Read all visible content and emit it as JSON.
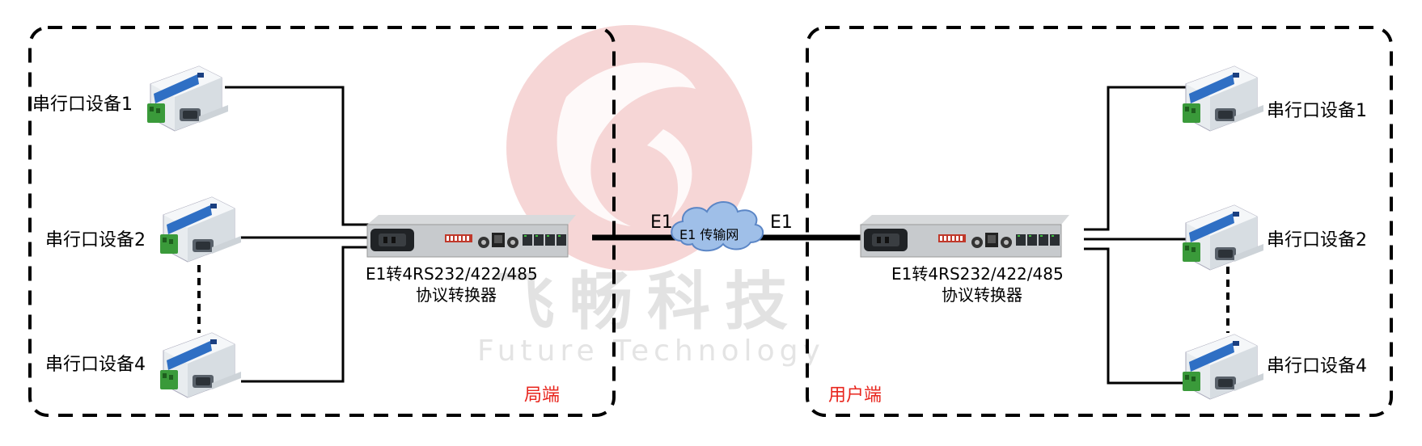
{
  "watermark": {
    "brand_cn": "飞畅科技",
    "brand_en": "Future Technology"
  },
  "left_site": {
    "site_label": "局端",
    "devices": [
      {
        "label": "串行口设备1"
      },
      {
        "label": "串行口设备2"
      },
      {
        "label": "串行口设备4"
      }
    ],
    "converter": {
      "line1": "E1转4RS232/422/485",
      "line2": "协议转换器"
    }
  },
  "right_site": {
    "site_label": "用户端",
    "devices": [
      {
        "label": "串行口设备1"
      },
      {
        "label": "串行口设备2"
      },
      {
        "label": "串行口设备4"
      }
    ],
    "converter": {
      "line1": "E1转4RS232/422/485",
      "line2": "协议转换器"
    }
  },
  "network": {
    "cloud_label": "E1 传输网",
    "link_left": "E1",
    "link_right": "E1"
  },
  "colors": {
    "site_label": "#e8251d",
    "logo": "#f3c8c8",
    "device_blue": "#2f6fc4",
    "terminal_green": "#3a9a3a",
    "cloud": "#9fbfe8"
  }
}
